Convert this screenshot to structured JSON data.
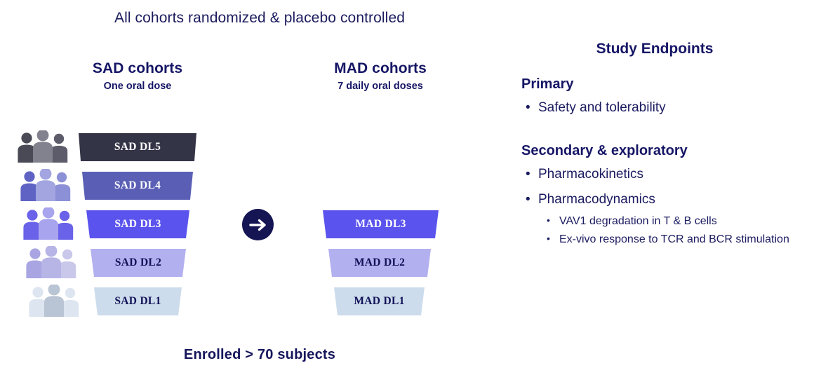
{
  "banner": "All cohorts randomized & placebo controlled",
  "columns": {
    "sad": {
      "title": "SAD cohorts",
      "subtitle": "One oral dose"
    },
    "mad": {
      "title": "MAD cohorts",
      "subtitle": "7 daily oral doses"
    }
  },
  "arrow_icon": "arrow-right-icon",
  "sad_cohorts": [
    {
      "label": "SAD DL5",
      "color": "#343447",
      "text_color": "#ffffff"
    },
    {
      "label": "SAD DL4",
      "color": "#5a5fb5",
      "text_color": "#ffffff"
    },
    {
      "label": "SAD DL3",
      "color": "#5b53ed",
      "text_color": "#ffffff"
    },
    {
      "label": "SAD DL2",
      "color": "#b3b0f0",
      "text_color": "#111157"
    },
    {
      "label": "SAD DL1",
      "color": "#ccdcec",
      "text_color": "#111157"
    }
  ],
  "mad_cohorts": [
    {
      "label": "MAD DL3",
      "color": "#5b53ed",
      "text_color": "#ffffff"
    },
    {
      "label": "MAD DL2",
      "color": "#b3b0f0",
      "text_color": "#111157"
    },
    {
      "label": "MAD DL1",
      "color": "#ccdcec",
      "text_color": "#111157"
    }
  ],
  "people_icons": [
    "people-group-icon",
    "people-group-icon",
    "people-group-icon",
    "people-group-icon",
    "people-group-icon"
  ],
  "enrolled": "Enrolled > 70 subjects",
  "endpoints": {
    "title": "Study Endpoints",
    "primary_heading": "Primary",
    "primary_items": [
      "Safety and tolerability"
    ],
    "secondary_heading": "Secondary & exploratory",
    "secondary_items": [
      "Pharmacokinetics",
      "Pharmacodynamics"
    ],
    "pd_subitems": [
      "VAV1 degradation in T & B cells",
      "Ex-vivo response to TCR and BCR stimulation"
    ],
    "bullet": "•"
  },
  "colors": {
    "navy": "#161666",
    "arrow_badge": "#151553",
    "dl5": "#343447",
    "dl4": "#5a5fb5",
    "dl3": "#5b53ed",
    "dl2": "#b3b0f0",
    "dl1": "#ccdcec"
  }
}
